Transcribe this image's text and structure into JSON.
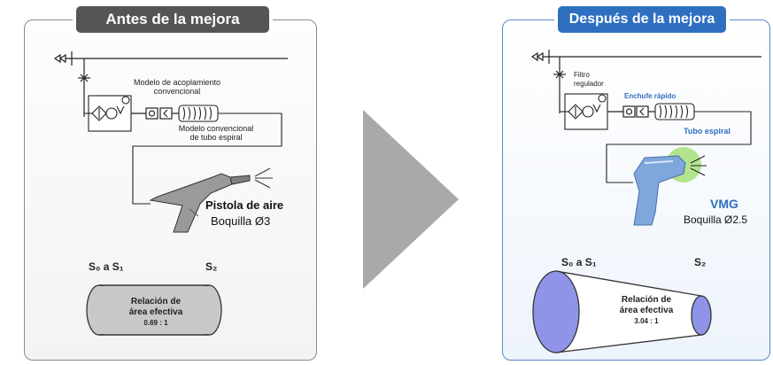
{
  "before": {
    "title": "Antes de la mejora",
    "coupling_model": "Modelo de acoplamiento convencional",
    "coupling_model_line1": "Modelo de acoplamiento",
    "coupling_model_line2": "convencional",
    "tube_model_line1": "Modelo convencional",
    "tube_model_line2": "de tubo espiral",
    "gun_label": "Pistola de aire",
    "nozzle_label": "Boquilla Ø3",
    "s_left": "S₀ a S₁",
    "s_right": "S₂",
    "ratio_line1": "Relación de",
    "ratio_line2": "área efectiva",
    "ratio_value": "0.69 : 1"
  },
  "after": {
    "title": "Después de la mejora",
    "filter_line1": "Filtro",
    "filter_line2": "regulador",
    "quick_coupling": "Enchufe rápido",
    "spiral_tube": "Tubo espiral",
    "product_name": "VMG",
    "nozzle_label": "Boquilla Ø2.5",
    "s_left": "S₀ a S₁",
    "s_right": "S₂",
    "ratio_line1": "Relación de",
    "ratio_line2": "área efectiva",
    "ratio_value": "3.04 : 1"
  },
  "colors": {
    "before_badge": "#555555",
    "after_badge": "#2f6fc0",
    "after_accent_text": "#2f6fc0",
    "arrow": "#a9a9ab",
    "gun_blue": "#7fa7dc",
    "spray_green": "#a6df7a",
    "cylinder_gray": "#c8c8c8",
    "cone_blue": "#8f94e8"
  },
  "icons": [
    "valve-icon",
    "filter-regulator-icon",
    "quick-coupling-icon",
    "spiral-tube-icon",
    "air-gun-icon",
    "vmg-gun-icon",
    "spray-icon",
    "cylinder-icon",
    "cone-icon",
    "next-arrow-icon"
  ]
}
